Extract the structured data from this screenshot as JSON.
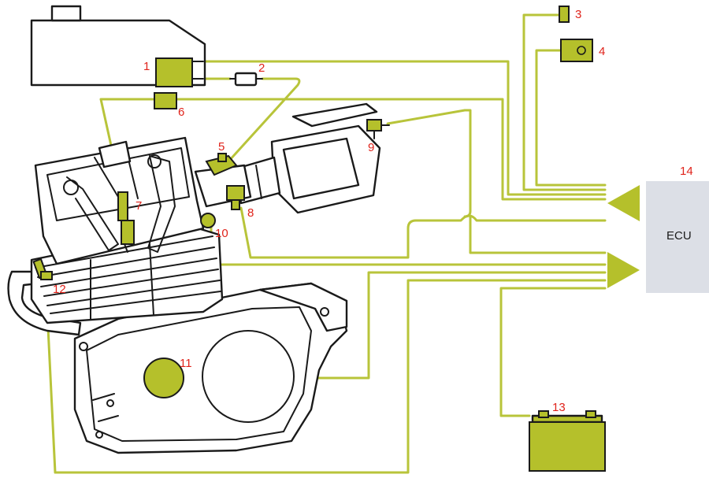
{
  "colors": {
    "wire": "#b8c43a",
    "component": "#b5c02b",
    "label": "#e0231b",
    "ecu_box": "#dcdfe6",
    "outline": "#1a1a1a"
  },
  "ecu": {
    "label": "ECU",
    "number": "14"
  },
  "labels": {
    "n1": "1",
    "n2": "2",
    "n3": "3",
    "n4": "4",
    "n5": "5",
    "n6": "6",
    "n7": "7",
    "n8": "8",
    "n9": "9",
    "n10": "10",
    "n11": "11",
    "n12": "12",
    "n13": "13"
  }
}
